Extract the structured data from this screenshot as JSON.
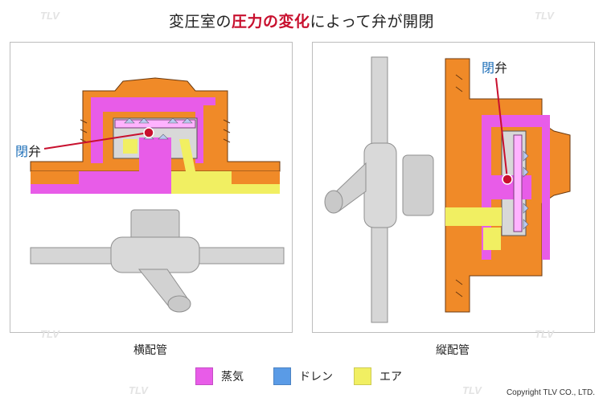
{
  "title": {
    "prefix": "変圧室の",
    "emphasis": "圧力の変化",
    "suffix": "によって弁が開閉"
  },
  "panels": {
    "left_caption": "横配管",
    "right_caption": "縦配管",
    "valve_label_a": "閉",
    "valve_label_b": "弁"
  },
  "legend": [
    {
      "label": "蒸気",
      "color": "#e85ce8"
    },
    {
      "label": "ドレン",
      "color": "#5a9be6"
    },
    {
      "label": "エア",
      "color": "#f1ef62"
    }
  ],
  "watermark": "TLV",
  "copyright": "Copyright TLV CO., LTD.",
  "colors": {
    "body": "#f08a28",
    "steam": "#e85ce8",
    "air": "#f1ef62",
    "accent": "#c8102e",
    "label_blue": "#1e6fb8"
  }
}
